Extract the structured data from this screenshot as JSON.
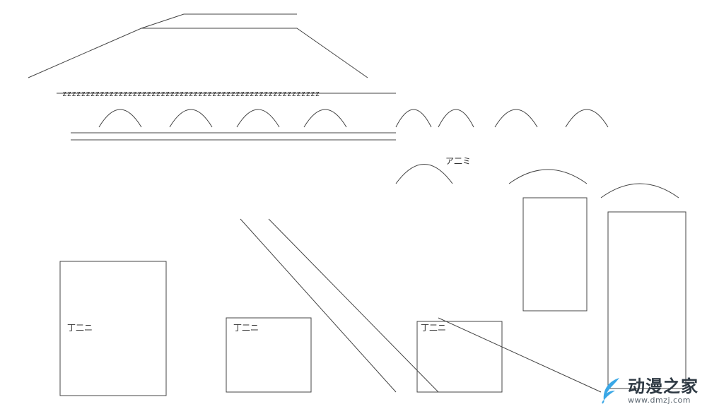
{
  "art": {
    "zigzag_text": "zzzzzzzzzzzzzzzzzzzzzzzzzzzzzzzzzzzzzzzzzzzzzzzzzzzzzzz",
    "label_ja_1": "ア二ミ",
    "label_ja_2": "丁二ニ",
    "label_ja_3": "丁二ニ",
    "label_ja_4": "丁二ニ"
  },
  "watermark": {
    "title": "动漫之家",
    "url": "www.dmzj.com",
    "accent": "#3aa7e6"
  }
}
